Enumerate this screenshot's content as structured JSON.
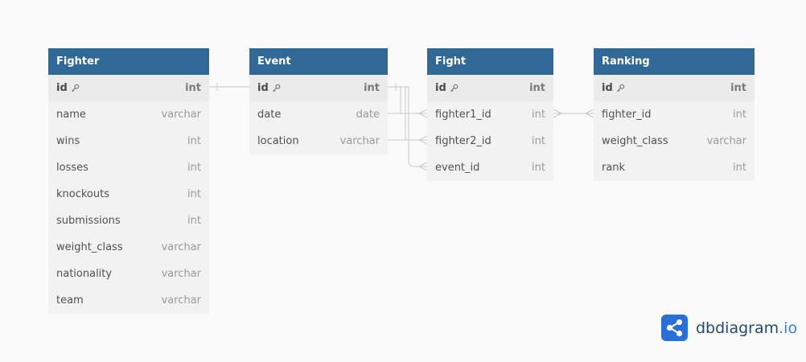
{
  "tables": {
    "fighter": {
      "name": "Fighter",
      "columns": [
        {
          "name": "id",
          "type": "int"
        },
        {
          "name": "name",
          "type": "varchar"
        },
        {
          "name": "wins",
          "type": "int"
        },
        {
          "name": "losses",
          "type": "int"
        },
        {
          "name": "knockouts",
          "type": "int"
        },
        {
          "name": "submissions",
          "type": "int"
        },
        {
          "name": "weight_class",
          "type": "varchar"
        },
        {
          "name": "nationality",
          "type": "varchar"
        },
        {
          "name": "team",
          "type": "varchar"
        }
      ]
    },
    "event": {
      "name": "Event",
      "columns": [
        {
          "name": "id",
          "type": "int"
        },
        {
          "name": "date",
          "type": "date"
        },
        {
          "name": "location",
          "type": "varchar"
        }
      ]
    },
    "fight": {
      "name": "Fight",
      "columns": [
        {
          "name": "id",
          "type": "int"
        },
        {
          "name": "fighter1_id",
          "type": "int"
        },
        {
          "name": "fighter2_id",
          "type": "int"
        },
        {
          "name": "event_id",
          "type": "int"
        }
      ]
    },
    "ranking": {
      "name": "Ranking",
      "columns": [
        {
          "name": "id",
          "type": "int"
        },
        {
          "name": "fighter_id",
          "type": "int"
        },
        {
          "name": "weight_class",
          "type": "varchar"
        },
        {
          "name": "rank",
          "type": "int"
        }
      ]
    }
  },
  "brand": {
    "name": "dbdiagram",
    "tld": ".io",
    "icon": "share-nodes-icon",
    "color": "#2b6fd4"
  },
  "colors": {
    "header": "#316896",
    "pk_row": "#ebebeb",
    "body": "#f2f2f2",
    "connector": "#c8c8c8"
  }
}
